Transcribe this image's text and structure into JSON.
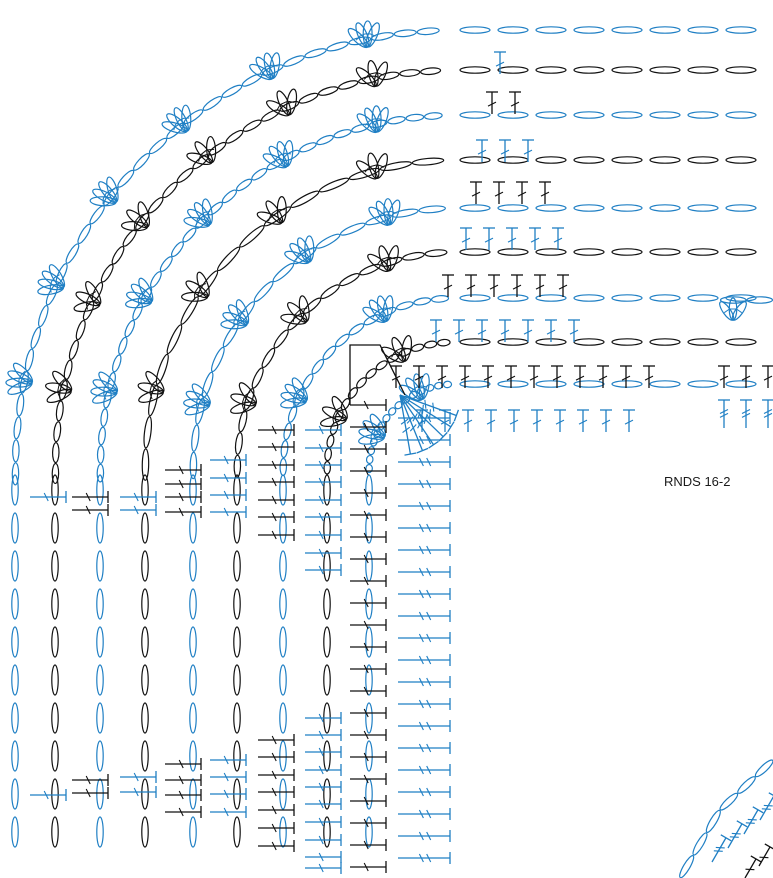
{
  "diagram": {
    "round_label": "RNDS 16-2",
    "colors": {
      "blue": "#1f7fc4",
      "black": "#111111",
      "background": "#ffffff"
    },
    "round_colors_outer_to_inner": [
      "blue",
      "black",
      "blue",
      "black",
      "blue",
      "black",
      "blue",
      "black",
      "blue"
    ],
    "stitch_symbols": [
      "chain",
      "single-crochet",
      "double-crochet",
      "treble-crochet",
      "shell-cluster",
      "picot"
    ]
  }
}
